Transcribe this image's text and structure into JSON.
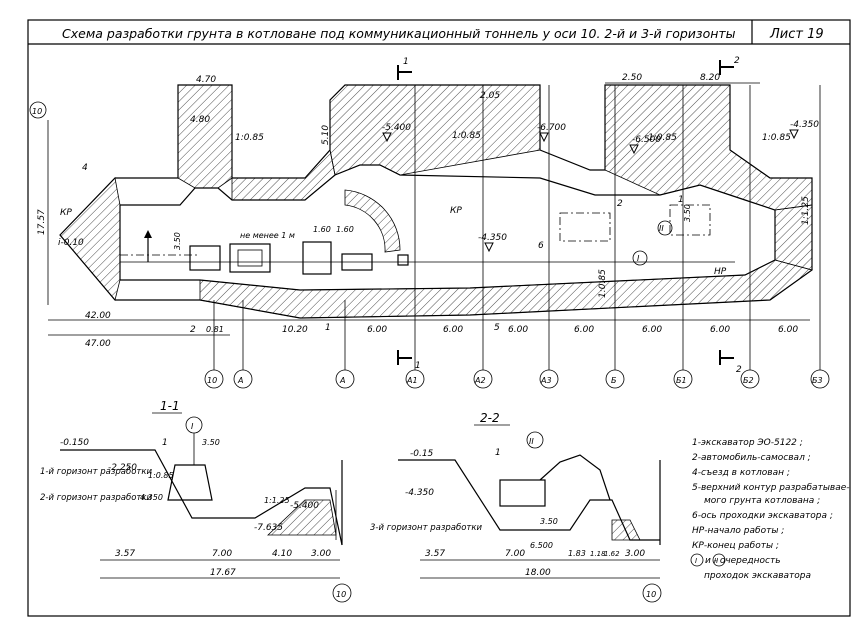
{
  "title": "Схема разработки грунта в котловане под коммуникационный тоннель у оси 10. 2-й и 3-й горизонты",
  "sheet": "Лист 19",
  "plan": {
    "row_axis": "10",
    "height_dim": "17.57",
    "top_dims": [
      "4.70",
      "4.80",
      "2.05",
      "2.50",
      "8.20"
    ],
    "slopes": [
      "1:0.85",
      "1:0.85",
      "1:0.85",
      "1:0.85",
      "1:1.25",
      "1:0.85"
    ],
    "levels": [
      "-5.400",
      "-6.700",
      "-6.500",
      "-4.350",
      "-4.350"
    ],
    "depth_label": "5.10",
    "left_labels": {
      "kp": "КР",
      "elev": "i-0.10",
      "n4": "4",
      "dim": "3.50"
    },
    "mid_labels": {
      "kp": "КР",
      "nm": "не менее 1 м",
      "d1": "1.60",
      "d2": "1.60",
      "n2": "2",
      "n1": "1",
      "n5": "5",
      "n6": "6"
    },
    "right_labels": {
      "np": "НР",
      "n2": "2",
      "n1": "1",
      "pass2": "II",
      "pass1": "I",
      "d": "3.50"
    },
    "bottom_dims_1": [
      "42.00",
      "0.81",
      "10.20",
      "6.00",
      "6.00",
      "6.00",
      "6.00",
      "6.00",
      "6.00",
      "6.00"
    ],
    "bottom_dims_2": [
      "47.00"
    ],
    "axes": [
      "10",
      "А",
      "А",
      "А1",
      "А2",
      "А3",
      "Б",
      "Б1",
      "Б2",
      "Б3"
    ],
    "section_marks": [
      "1",
      "1",
      "2",
      "2"
    ]
  },
  "section1": {
    "title": "1-1",
    "levels": [
      "-0.150",
      "-2.250",
      "-5.400",
      "-7.635"
    ],
    "horizons": [
      "1-й горизонт разработки",
      "2-й горизонт разработки"
    ],
    "slopes": [
      "1:0.85",
      "1:1.25"
    ],
    "dims": [
      "3.50",
      "4.350",
      "3.57",
      "7.00",
      "4.10",
      "3.00",
      "17.67"
    ],
    "axis": "10",
    "marks": {
      "excavator": "1",
      "pass": "I"
    }
  },
  "section2": {
    "title": "2-2",
    "levels": [
      "-0.15",
      "-4.350"
    ],
    "horizon": "3-й горизонт разработки",
    "dims": [
      "3.50",
      "6.500",
      "3.57",
      "7.00",
      "1.83",
      "1.18",
      "1.62",
      "3.00",
      "18.00"
    ],
    "axis": "10",
    "marks": {
      "excavator": "1",
      "pass": "II"
    }
  },
  "legend": [
    "1-экскаватор ЭО-5122 ;",
    "2-автомобиль-самосвал ;",
    "4-съезд в котлован ;",
    "5-верхний контур разрабатывае-",
    "мого грунта котлована ;",
    "6-ось проходки экскаватора ;",
    "НР-начало работы ;",
    "КР-конец работы ;",
    "и      - очередность",
    "проходок экскаватора"
  ],
  "legend_marks": [
    "I",
    "II"
  ]
}
